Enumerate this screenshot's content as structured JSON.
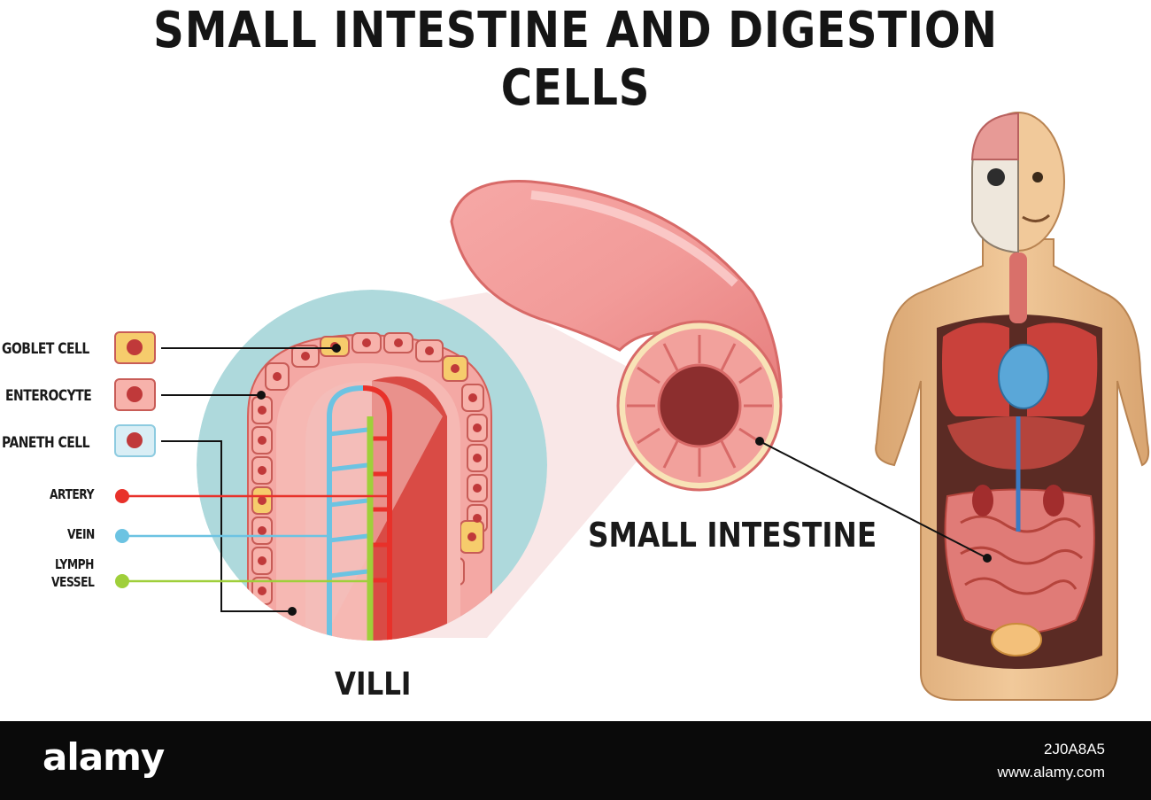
{
  "title": "SMALL INTESTINE AND DIGESTION CELLS",
  "labels": {
    "goblet": "GOBLET CELL",
    "enterocyte": "ENTEROCYTE",
    "paneth": "PANETH CELL",
    "artery": "ARTERY",
    "vein": "VEIN",
    "lymph_line1": "LYMPH",
    "lymph_line2": "VESSEL",
    "villi": "VILLI",
    "small_intestine": "SMALL INTESTINE"
  },
  "watermark": "alamy",
  "footer": {
    "logo": "alamy",
    "image_id": "2J0A8A5",
    "url": "www.alamy.com"
  },
  "colors": {
    "artery": "#e8312a",
    "vein": "#6cc3e2",
    "lymph": "#9fcf3a",
    "villus_bg": "#aed9dc",
    "intestine": "#f08a8a"
  }
}
